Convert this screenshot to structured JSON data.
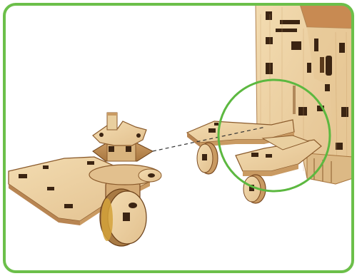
{
  "figure": {
    "frame_color": "#6cbf4a",
    "circle_color": "#5cb840",
    "wood_light": "#ecd3a6",
    "wood_mid": "#d9b47e",
    "wood_edge": "#8a5a2b",
    "slot_color": "#3b2412",
    "guide_line_color": "#333333",
    "icons": [
      "assembly-illustration",
      "detail-highlight-circle",
      "insertion-guide-line"
    ]
  }
}
